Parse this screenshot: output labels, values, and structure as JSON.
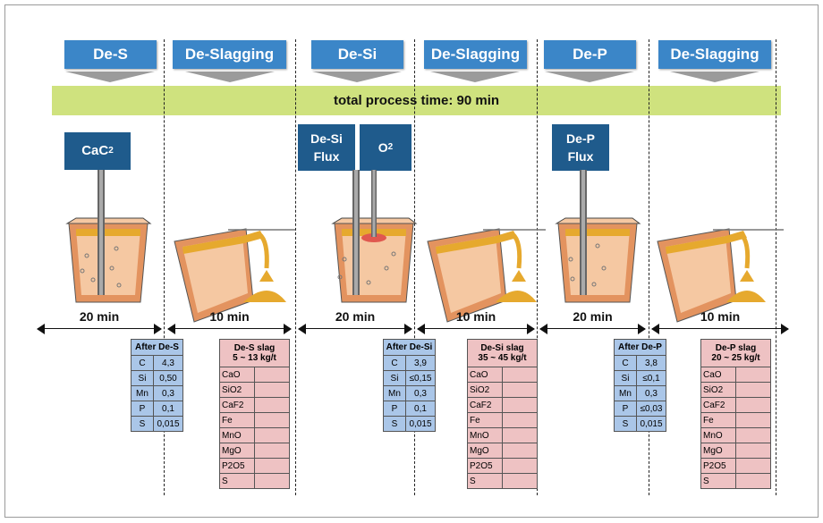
{
  "steps": [
    "De-S",
    "De-Slagging",
    "De-Si",
    "De-Slagging",
    "De-P",
    "De-Slagging"
  ],
  "banner": "total process time: 90 min",
  "reagents": {
    "cac2_main": "CaC",
    "cac2_sub": "2",
    "desi_flux": [
      "De-Si",
      "Flux"
    ],
    "o2_main": "O",
    "o2_sub": "2",
    "dep_flux": [
      "De-P",
      "Flux"
    ]
  },
  "durations": [
    "20 min",
    "10 min",
    "20 min",
    "10 min",
    "20 min",
    "10 min"
  ],
  "compositions": [
    {
      "header": "After De-S",
      "rows": [
        [
          "C",
          "4,3"
        ],
        [
          "Si",
          "0,50"
        ],
        [
          "Mn",
          "0,3"
        ],
        [
          "P",
          "0,1"
        ],
        [
          "S",
          "0,015"
        ]
      ]
    },
    {
      "header": "After De-Si",
      "rows": [
        [
          "C",
          "3,9"
        ],
        [
          "Si",
          "≤0,15"
        ],
        [
          "Mn",
          "0,3"
        ],
        [
          "P",
          "0,1"
        ],
        [
          "S",
          "0,015"
        ]
      ]
    },
    {
      "header": "After De-P",
      "rows": [
        [
          "C",
          "3,8"
        ],
        [
          "Si",
          "≤0,1"
        ],
        [
          "Mn",
          "0,3"
        ],
        [
          "P",
          "≤0,03"
        ],
        [
          "S",
          "0,015"
        ]
      ]
    }
  ],
  "slags": [
    {
      "title": "De-S slag",
      "amount": "5 ~ 13 kg/t",
      "oxides": [
        "CaO",
        "SiO2",
        "CaF2",
        "Fe",
        "MnO",
        "MgO",
        "P2O5",
        "S"
      ]
    },
    {
      "title": "De-Si slag",
      "amount": "35 ~ 45 kg/t",
      "oxides": [
        "CaO",
        "SiO2",
        "CaF2",
        "Fe",
        "MnO",
        "MgO",
        "P2O5",
        "S"
      ]
    },
    {
      "title": "De-P slag",
      "amount": "20 ~ 25 kg/t",
      "oxides": [
        "CaO",
        "SiO2",
        "CaF2",
        "Fe",
        "MnO",
        "MgO",
        "P2O5",
        "S"
      ]
    }
  ],
  "colors": {
    "step_box": "#3b86c8",
    "reagent_box": "#1f5b8c",
    "banner": "#cfe27e",
    "ladle": "#e3935f",
    "melt": "#f5c8a2",
    "slag_top": "#e6a92e",
    "comp_table": "#aac6e8",
    "slag_table": "#eec2c3"
  }
}
